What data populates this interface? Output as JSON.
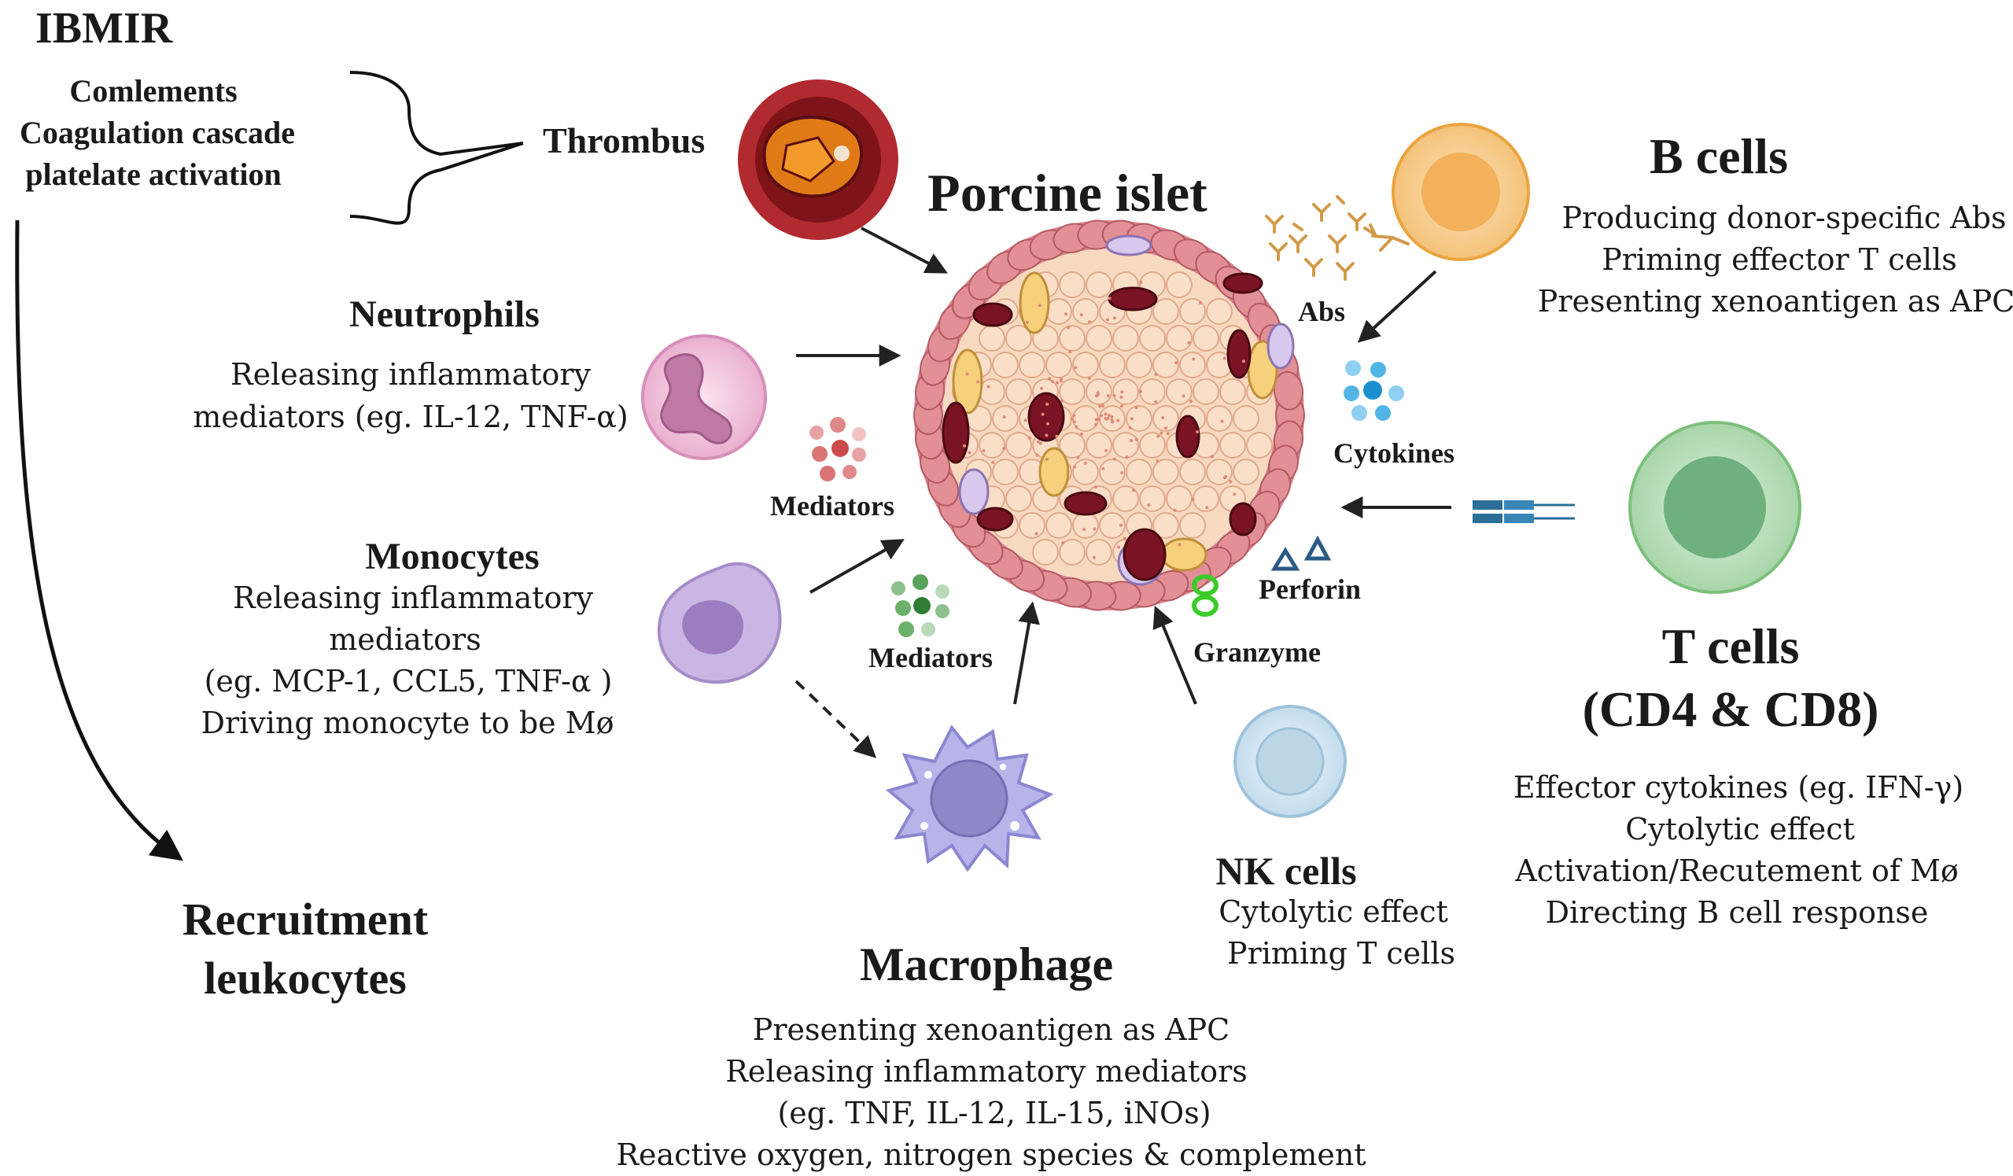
{
  "ibmir": {
    "title": "IBMIR",
    "lines": [
      "Comlements",
      "Coagulation cascade",
      "platelate activation"
    ]
  },
  "thrombus": {
    "label": "Thrombus"
  },
  "islet": {
    "title": "Porcine islet"
  },
  "neutrophils": {
    "title": "Neutrophils",
    "lines": [
      "Releasing inflammatory",
      "mediators  (eg. IL-12, TNF-α)"
    ]
  },
  "monocytes": {
    "title": "Monocytes",
    "lines": [
      "Releasing  inflammatory",
      "mediators",
      "(eg. MCP-1, CCL5, TNF-α )",
      "Driving monocyte to be Mø"
    ]
  },
  "mediators_top": {
    "label": "Mediators"
  },
  "mediators_bottom": {
    "label": "Mediators"
  },
  "recruitment": {
    "lines": [
      "Recruitment",
      "leukocytes"
    ]
  },
  "macrophage": {
    "title": "Macrophage",
    "lines": [
      "Presenting xenoantigen as APC",
      "Releasing inflammatory mediators",
      "(eg. TNF, IL-12, IL-15, iNOs)",
      "Reactive oxygen, nitrogen species & complement"
    ]
  },
  "nk": {
    "title": "NK cells",
    "lines": [
      "Cytolytic effect",
      "Priming T cells"
    ]
  },
  "granzyme": {
    "label": "Granzyme"
  },
  "perforin": {
    "label": "Perforin"
  },
  "cytokines": {
    "label": "Cytokines"
  },
  "abs": {
    "label": "Abs"
  },
  "bcells": {
    "title": "B cells",
    "lines": [
      "Producing donor-specific Abs",
      "Priming effector T cells",
      "Presenting xenoantigen as APC"
    ]
  },
  "tcells": {
    "title_lines": [
      "T cells",
      "(CD4 & CD8)"
    ],
    "lines": [
      "Effector cytokines  (eg. IFN-γ)",
      "Cytolytic effect",
      "Activation/Recutement of Mø",
      "Directing B cell response"
    ]
  },
  "colors": {
    "islet_cell": "#f7d9c0",
    "islet_border": "#d9828a",
    "vessel": "#7a1424",
    "neutrophil": "#f2c3dc",
    "monocyte": "#c9b6e4",
    "macrophage": "#b7b4ea",
    "nk": "#d7e9f4",
    "bcell": "#f8d192",
    "tcell": "#bfe0bf",
    "thrombus": "#a8272c",
    "granzyme": "#3ccc2a",
    "perforin": "#2c5a85",
    "cytokine": "#52b5e6",
    "antibody": "#d29a48"
  },
  "icons": [
    "thrombus-icon",
    "neutrophil-icon",
    "monocyte-icon",
    "macrophage-icon",
    "nk-cell-icon",
    "b-cell-icon",
    "t-cell-icon",
    "islet-icon",
    "granzyme-icon",
    "perforin-icon",
    "cytokine-icon",
    "antibody-icon",
    "mediator-icon"
  ]
}
